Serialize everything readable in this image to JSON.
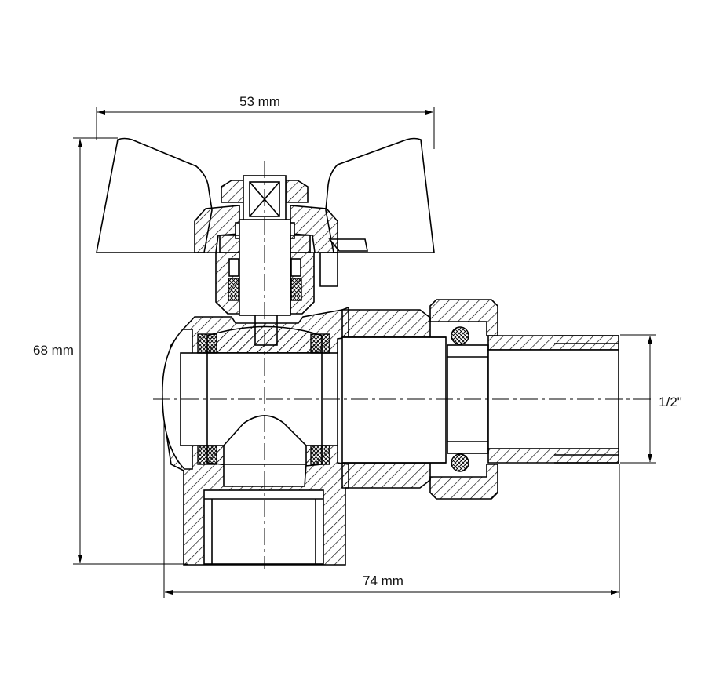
{
  "dimensions": {
    "width_label": "53 mm",
    "height_label": "68 mm",
    "length_label": "74 mm",
    "thread_label": "1/2\""
  }
}
